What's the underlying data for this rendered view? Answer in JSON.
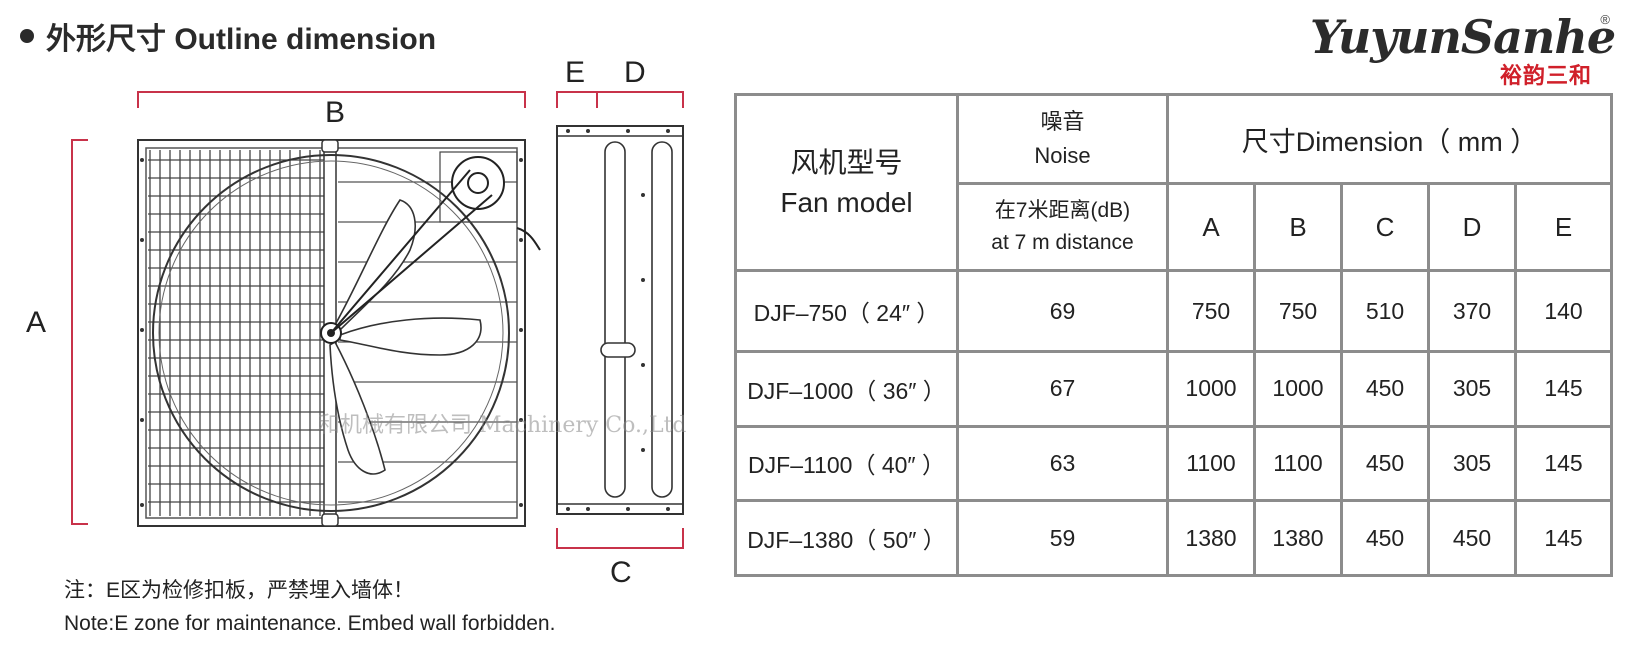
{
  "heading": "外形尺寸 Outline dimension",
  "logo": {
    "main": "YuyunSanhe",
    "registered": "®",
    "chinese": "裕韵三和"
  },
  "drawing_labels": {
    "A": "A",
    "B": "B",
    "C": "C",
    "D": "D",
    "E": "E"
  },
  "watermark": "和机械有限公司 Machinery Co.,Ltd",
  "notes": {
    "cn": "注：E区为检修扣板，严禁埋入墙体！",
    "en": "Note:E zone for maintenance. Embed wall forbidden."
  },
  "table": {
    "model_header_cn": "风机型号",
    "model_header_en": "Fan model",
    "noise_header_cn": "噪音",
    "noise_header_en": "Noise",
    "noise_sub_cn": "在7米距离(dB)",
    "noise_sub_en": "at 7 m distance",
    "dimension_header": "尺寸Dimension（ mm ）",
    "dim_columns": [
      "A",
      "B",
      "C",
      "D",
      "E"
    ],
    "rows": [
      {
        "model": "DJF–750（ 24″ ）",
        "noise": "69",
        "A": "750",
        "B": "750",
        "C": "510",
        "D": "370",
        "E": "140"
      },
      {
        "model": "DJF–1000（ 36″ ）",
        "noise": "67",
        "A": "1000",
        "B": "1000",
        "C": "450",
        "D": "305",
        "E": "145"
      },
      {
        "model": "DJF–1100（ 40″ ）",
        "noise": "63",
        "A": "1100",
        "B": "1100",
        "C": "450",
        "D": "305",
        "E": "145"
      },
      {
        "model": "DJF–1380（ 50″ ）",
        "noise": "59",
        "A": "1380",
        "B": "1380",
        "C": "450",
        "D": "450",
        "E": "145"
      }
    ]
  },
  "colors": {
    "dimension_line": "#c8324a",
    "logo_red": "#d0202a",
    "table_border": "#8c8c8c"
  }
}
